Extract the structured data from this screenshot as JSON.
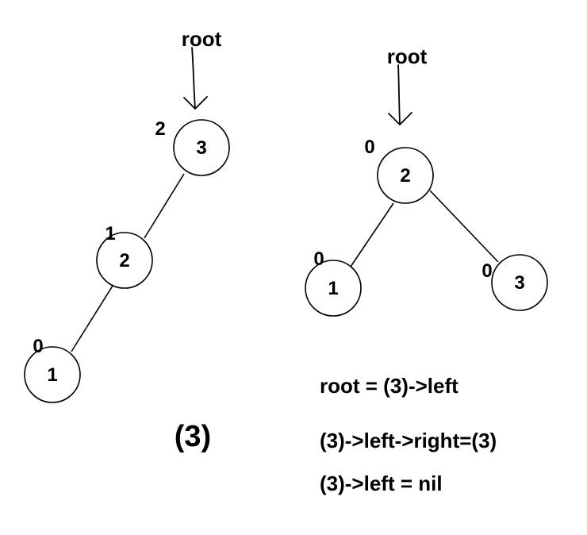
{
  "left_tree": {
    "root_label": "root",
    "nodes": [
      {
        "id": "n3",
        "value": "3",
        "height": "2"
      },
      {
        "id": "n2",
        "value": "2",
        "height": "1"
      },
      {
        "id": "n1",
        "value": "1",
        "height": "0"
      }
    ],
    "edges": [
      [
        "n3",
        "n2"
      ],
      [
        "n2",
        "n1"
      ]
    ],
    "caption": "(3)"
  },
  "right_tree": {
    "root_label": "root",
    "nodes": [
      {
        "id": "m2",
        "value": "2",
        "height": "0"
      },
      {
        "id": "m1",
        "value": "1",
        "height": "0"
      },
      {
        "id": "m3",
        "value": "3",
        "height": "0"
      }
    ],
    "edges": [
      [
        "m2",
        "m1"
      ],
      [
        "m2",
        "m3"
      ]
    ]
  },
  "notes": [
    "root = (3)->left",
    "(3)->left->right=(3)",
    "(3)->left = nil"
  ]
}
